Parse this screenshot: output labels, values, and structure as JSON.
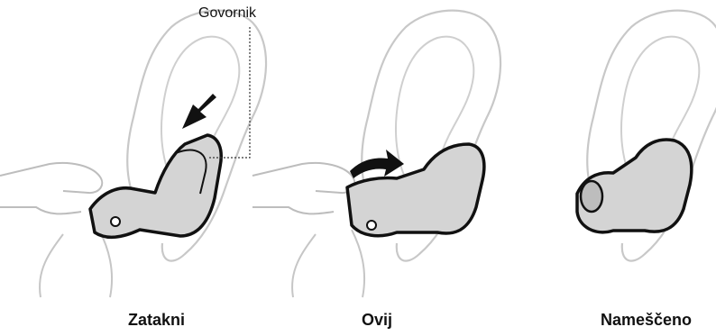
{
  "callout": {
    "speaker": "Govornik"
  },
  "steps": [
    {
      "label": "Zatakni"
    },
    {
      "label": "Ovij"
    },
    {
      "label": "Nameščeno"
    }
  ]
}
